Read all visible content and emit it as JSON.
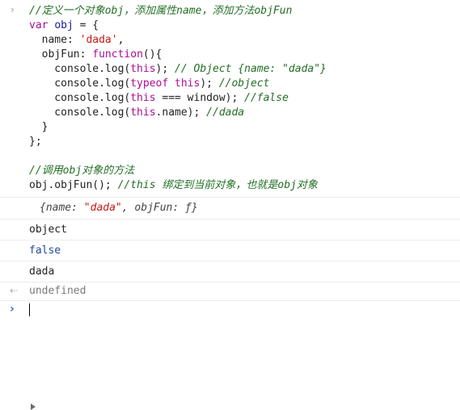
{
  "console": {
    "input_prompt": "›",
    "code_lines": [
      [
        {
          "t": "cm",
          "v": "//定义一个对象obj，添加属性name，添加方法objFun"
        }
      ],
      [
        {
          "t": "kw",
          "v": "var "
        },
        {
          "t": "var",
          "v": "obj"
        },
        {
          "t": "plain",
          "v": " = {"
        }
      ],
      [
        {
          "t": "plain",
          "v": "  name: "
        },
        {
          "t": "str",
          "v": "'dada'"
        },
        {
          "t": "plain",
          "v": ","
        }
      ],
      [
        {
          "t": "plain",
          "v": "  objFun: "
        },
        {
          "t": "kw",
          "v": "function"
        },
        {
          "t": "plain",
          "v": "(){"
        }
      ],
      [
        {
          "t": "plain",
          "v": "    console.log("
        },
        {
          "t": "kw",
          "v": "this"
        },
        {
          "t": "plain",
          "v": "); "
        },
        {
          "t": "cm",
          "v": "// Object {name: \"dada\"}"
        }
      ],
      [
        {
          "t": "plain",
          "v": "    console.log("
        },
        {
          "t": "kw",
          "v": "typeof this"
        },
        {
          "t": "plain",
          "v": "); "
        },
        {
          "t": "cm",
          "v": "//object"
        }
      ],
      [
        {
          "t": "plain",
          "v": "    console.log("
        },
        {
          "t": "kw",
          "v": "this"
        },
        {
          "t": "plain",
          "v": " === window); "
        },
        {
          "t": "cm",
          "v": "//false"
        }
      ],
      [
        {
          "t": "plain",
          "v": "    console.log("
        },
        {
          "t": "kw",
          "v": "this"
        },
        {
          "t": "plain",
          "v": ".name); "
        },
        {
          "t": "cm",
          "v": "//dada"
        }
      ],
      [
        {
          "t": "plain",
          "v": "  }"
        }
      ],
      [
        {
          "t": "plain",
          "v": "};"
        }
      ],
      [
        {
          "t": "plain",
          "v": ""
        }
      ],
      [
        {
          "t": "cm",
          "v": "//调用obj对象的方法"
        }
      ],
      [
        {
          "t": "plain",
          "v": "obj.objFun(); "
        },
        {
          "t": "cm",
          "v": "//this 绑定到当前对象，也就是obj对象"
        }
      ]
    ],
    "object_log": {
      "open": "{",
      "key1": "name: ",
      "val1": "\"dada\"",
      "mid": ", objFun: ",
      "fn": "ƒ",
      "close": "}"
    },
    "outputs": [
      "object",
      "false",
      "dada"
    ],
    "return_icon": "⇠",
    "return_value": "undefined",
    "active_prompt": "›",
    "colors": {
      "comment": "#236e25",
      "keyword": "#aa0d91",
      "string": "#c41a16",
      "boolean": "#1f48a3"
    }
  }
}
